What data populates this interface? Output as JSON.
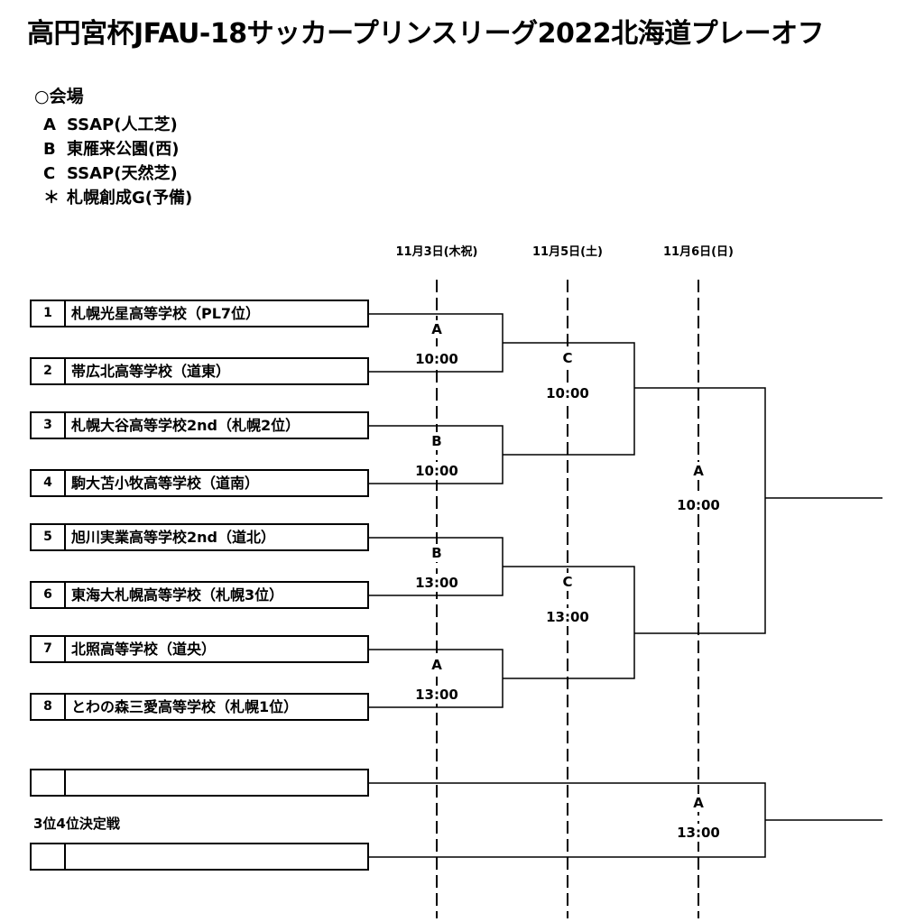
{
  "title": "高円宮杯JFAU-18サッカープリンスリーグ2022北海道プレーオフ",
  "venues": {
    "heading": "○会場",
    "items": [
      {
        "key": "A",
        "name": "SSAP(人工芝)"
      },
      {
        "key": "B",
        "name": "東雁来公園(西)"
      },
      {
        "key": "C",
        "name": "SSAP(天然芝)"
      },
      {
        "key": "＊",
        "name": "札幌創成G(予備)"
      }
    ]
  },
  "dates": [
    "11月3日(木祝)",
    "11月5日(土)",
    "11月6日(日)"
  ],
  "teams": [
    {
      "num": "1",
      "name": "札幌光星高等学校（PL7位）"
    },
    {
      "num": "2",
      "name": "帯広北高等学校（道東）"
    },
    {
      "num": "3",
      "name": "札幌大谷高等学校2nd（札幌2位）"
    },
    {
      "num": "4",
      "name": "駒大苫小牧高等学校（道南）"
    },
    {
      "num": "5",
      "name": "旭川実業高等学校2nd（道北）"
    },
    {
      "num": "6",
      "name": "東海大札幌高等学校（札幌3位）"
    },
    {
      "num": "7",
      "name": "北照高等学校（道央）"
    },
    {
      "num": "8",
      "name": "とわの森三愛高等学校（札幌1位）"
    }
  ],
  "matches": {
    "r1": [
      {
        "venue": "A",
        "time": "10:00"
      },
      {
        "venue": "B",
        "time": "10:00"
      },
      {
        "venue": "B",
        "time": "13:00"
      },
      {
        "venue": "A",
        "time": "13:00"
      }
    ],
    "r2": [
      {
        "venue": "C",
        "time": "10:00"
      },
      {
        "venue": "C",
        "time": "13:00"
      }
    ],
    "final": {
      "venue": "A",
      "time": "10:00"
    },
    "third": {
      "venue": "A",
      "time": "13:00"
    }
  },
  "third_place_label": "3位4位決定戦"
}
